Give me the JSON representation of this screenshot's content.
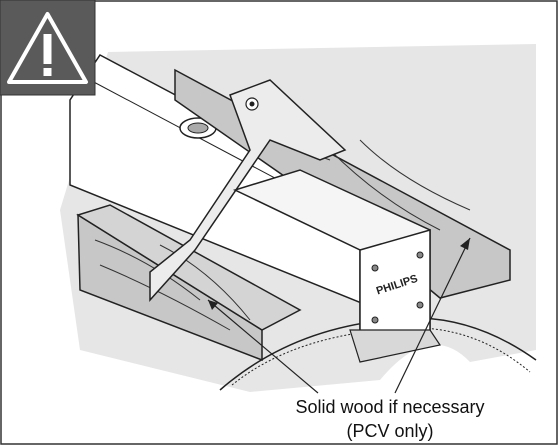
{
  "figure": {
    "caption_line1": "Solid wood if necessary",
    "caption_line2": "(PCV only)",
    "brand_label": "PHILIPS",
    "warning_icon": "warning-triangle-icon",
    "colors": {
      "warning_bg": "#5a5a5a",
      "diagram_bg": "#e6e6e6",
      "line": "#222222",
      "wood_fill": "#c7c7c7",
      "box_fill": "#f5f5f5"
    }
  }
}
